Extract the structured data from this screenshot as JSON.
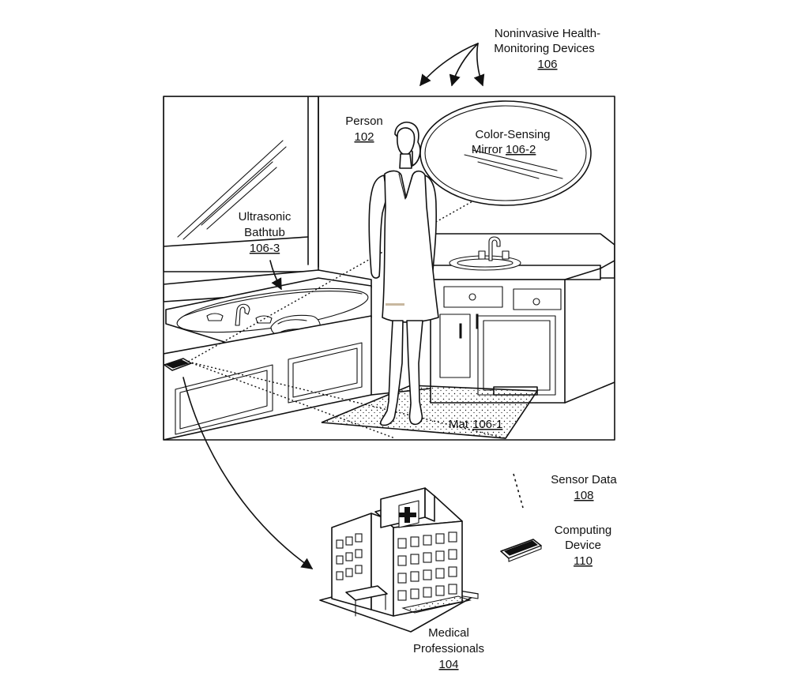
{
  "labels": {
    "devices": {
      "line1": "Noninvasive Health-",
      "line2": "Monitoring Devices",
      "ref": "106"
    },
    "person": {
      "line1": "Person",
      "ref": "102"
    },
    "mirror": {
      "line1": "Color-Sensing",
      "line2": "Mirror",
      "ref": "106-2"
    },
    "bathtub": {
      "line1": "Ultrasonic",
      "line2": "Bathtub",
      "ref": "106-3"
    },
    "mat": {
      "line1": "Mat",
      "ref": "106-1"
    },
    "sensor_data": {
      "line1": "Sensor Data",
      "ref": "108"
    },
    "computing_device": {
      "line1": "Computing",
      "line2": "Device",
      "ref": "110"
    },
    "medical": {
      "line1": "Medical",
      "line2": "Professionals",
      "ref": "104"
    }
  },
  "icons": [
    "arrow-icon",
    "phone-icon",
    "hospital-icon",
    "person-figure",
    "mirror-icon",
    "bathtub-icon",
    "mat-icon",
    "sink-icon"
  ],
  "colors": {
    "line": "#111111",
    "background": "#ffffff",
    "highlight": "#c8b8a0"
  }
}
